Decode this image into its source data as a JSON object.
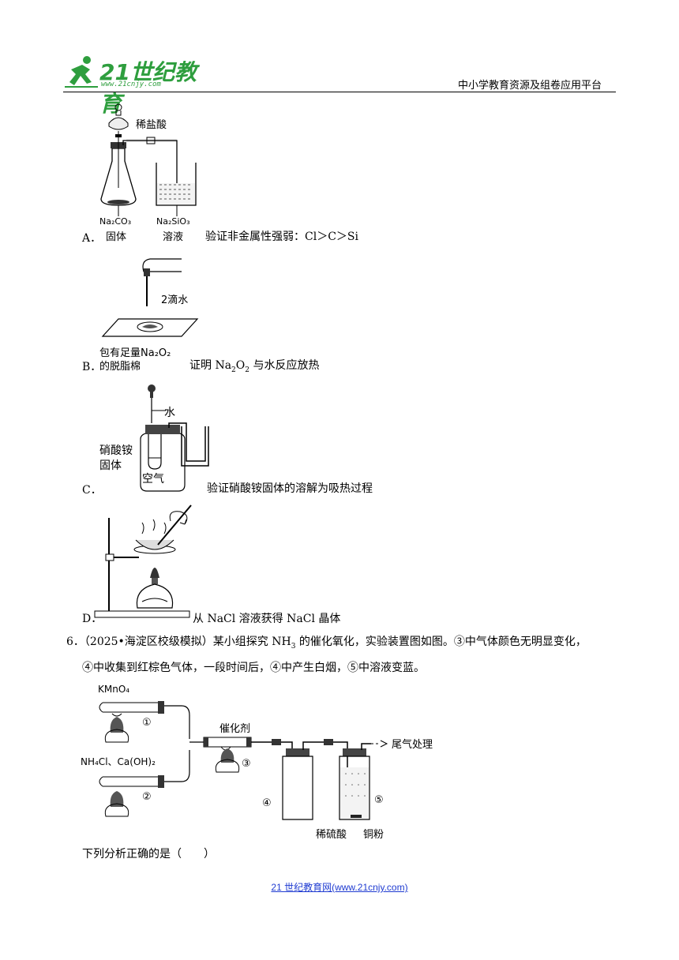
{
  "header": {
    "logo_main": "21世纪教育",
    "logo_url": "www.21cnjy.com",
    "right_text": "中小学教育资源及组卷应用平台"
  },
  "options": {
    "A": {
      "letter": "A．",
      "statement": "验证非金属性强弱：Cl＞C＞Si",
      "fig_labels": {
        "acid": "稀盐酸",
        "left_bottom_1": "Na₂CO₃",
        "left_bottom_2": "固体",
        "right_bottom_1": "Na₂SiO₃",
        "right_bottom_2": "溶液"
      }
    },
    "B": {
      "letter": "B．",
      "statement_pre": "证明 Na",
      "statement_sub1": "2",
      "statement_mid": "O",
      "statement_sub2": "2",
      "statement_post": " 与水反应放热",
      "fig_labels": {
        "water": "2滴水",
        "cotton_1": "包有足量Na₂O₂",
        "cotton_2": "的脱脂棉"
      }
    },
    "C": {
      "letter": "C．",
      "statement": "验证硝酸铵固体的溶解为吸热过程",
      "fig_labels": {
        "water": "水",
        "solid_1": "硝酸铵",
        "solid_2": "固体",
        "air": "空气"
      }
    },
    "D": {
      "letter": "D．",
      "statement": "从 NaCl 溶液获得 NaCl 晶体"
    }
  },
  "question6": {
    "line1_pre": "6．（2025•海淀区校级模拟）某小组探究 NH",
    "line1_sub": "3",
    "line1_post": " 的催化氧化，实验装置图如图。",
    "c3": "③",
    "line1_end": "中气体颜色无明显变化，",
    "c4": "④",
    "line2_a": "中收集到红棕色气体，一段时间后，",
    "line2_b": "中产生白烟，",
    "c5": "⑤",
    "line2_c": "中溶液变蓝。",
    "fig_labels": {
      "kmno4": "KMnO₄",
      "reagents": "NH₄Cl、Ca(OH)₂",
      "catalyst": "催化剂",
      "tail": "尾气处理",
      "acid": "稀硫酸",
      "copper": "铜粉",
      "n1": "①",
      "n2": "②",
      "n3": "③",
      "n4": "④",
      "n5": "⑤"
    },
    "prompt": "下列分析正确的是（　　）"
  },
  "footer": {
    "link_text": "21 世纪教育网(www.21cnjy.com)"
  }
}
